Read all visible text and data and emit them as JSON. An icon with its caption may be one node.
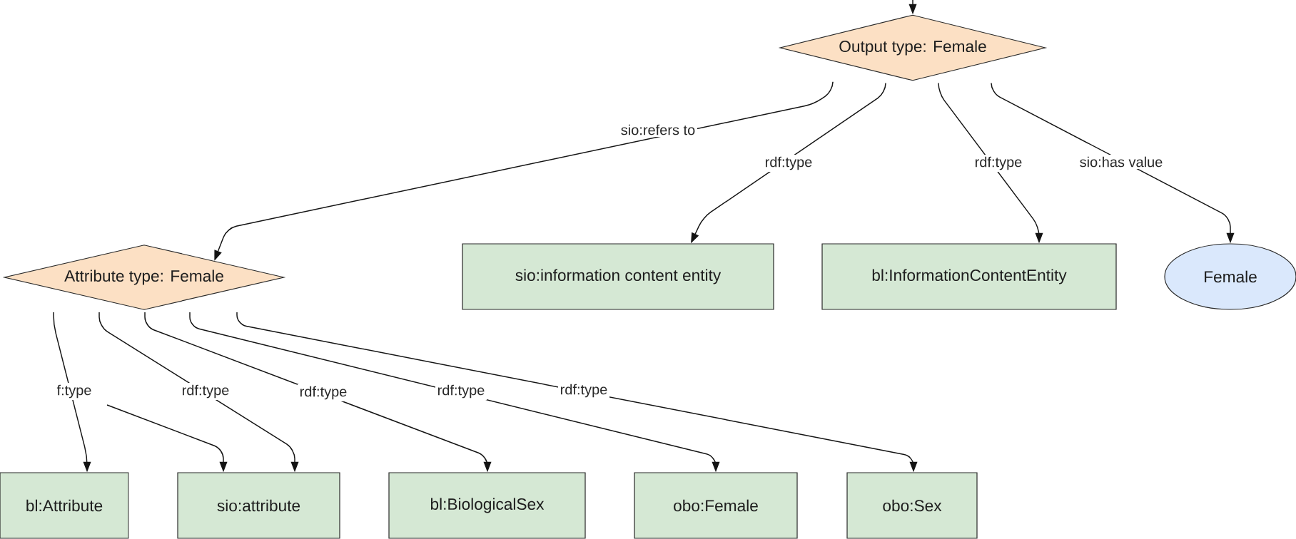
{
  "diagram": {
    "nodes": [
      {
        "text": [
          "Output type: Female"
        ]
      },
      {
        "text": [
          "Attribute type: Female"
        ]
      },
      {
        "text": [
          "sio:information content entity"
        ]
      },
      {
        "text": [
          "bl:InformationContentEntity"
        ]
      },
      {
        "text": [
          "Female"
        ]
      },
      {
        "text": [
          "bl:Attribute"
        ]
      },
      {
        "text": [
          "sio:attribute"
        ]
      },
      {
        "text": [
          "bl:BiologicalSex"
        ]
      },
      {
        "text": [
          "obo:Female"
        ]
      },
      {
        "text": [
          "obo:Sex"
        ]
      }
    ],
    "edges": [
      {
        "from": null,
        "to": 0,
        "arrow": "to"
      },
      {
        "from": 0,
        "to": 1,
        "arrow": "to",
        "label": "sio:refers to"
      },
      {
        "from": 0,
        "to": 2,
        "arrow": "to",
        "label": "rdf:type"
      },
      {
        "from": 0,
        "to": 3,
        "arrow": "to",
        "label": "rdf:type"
      },
      {
        "from": 0,
        "to": 4,
        "arrow": "to",
        "label": "sio:has value"
      },
      {
        "from": 1,
        "to": 5,
        "arrow": "to",
        "label": "f:type"
      },
      {
        "from": null,
        "to": 6,
        "arrow": "to"
      },
      {
        "from": 1,
        "to": 6,
        "arrow": "to",
        "label": "rdf:type"
      },
      {
        "from": 1,
        "to": 7,
        "arrow": "to",
        "label": "rdf:type"
      },
      {
        "from": 1,
        "to": 8,
        "arrow": "to",
        "label": "rdf:type"
      },
      {
        "from": 1,
        "to": 9,
        "arrow": "to",
        "label": "rdf:type"
      }
    ]
  }
}
